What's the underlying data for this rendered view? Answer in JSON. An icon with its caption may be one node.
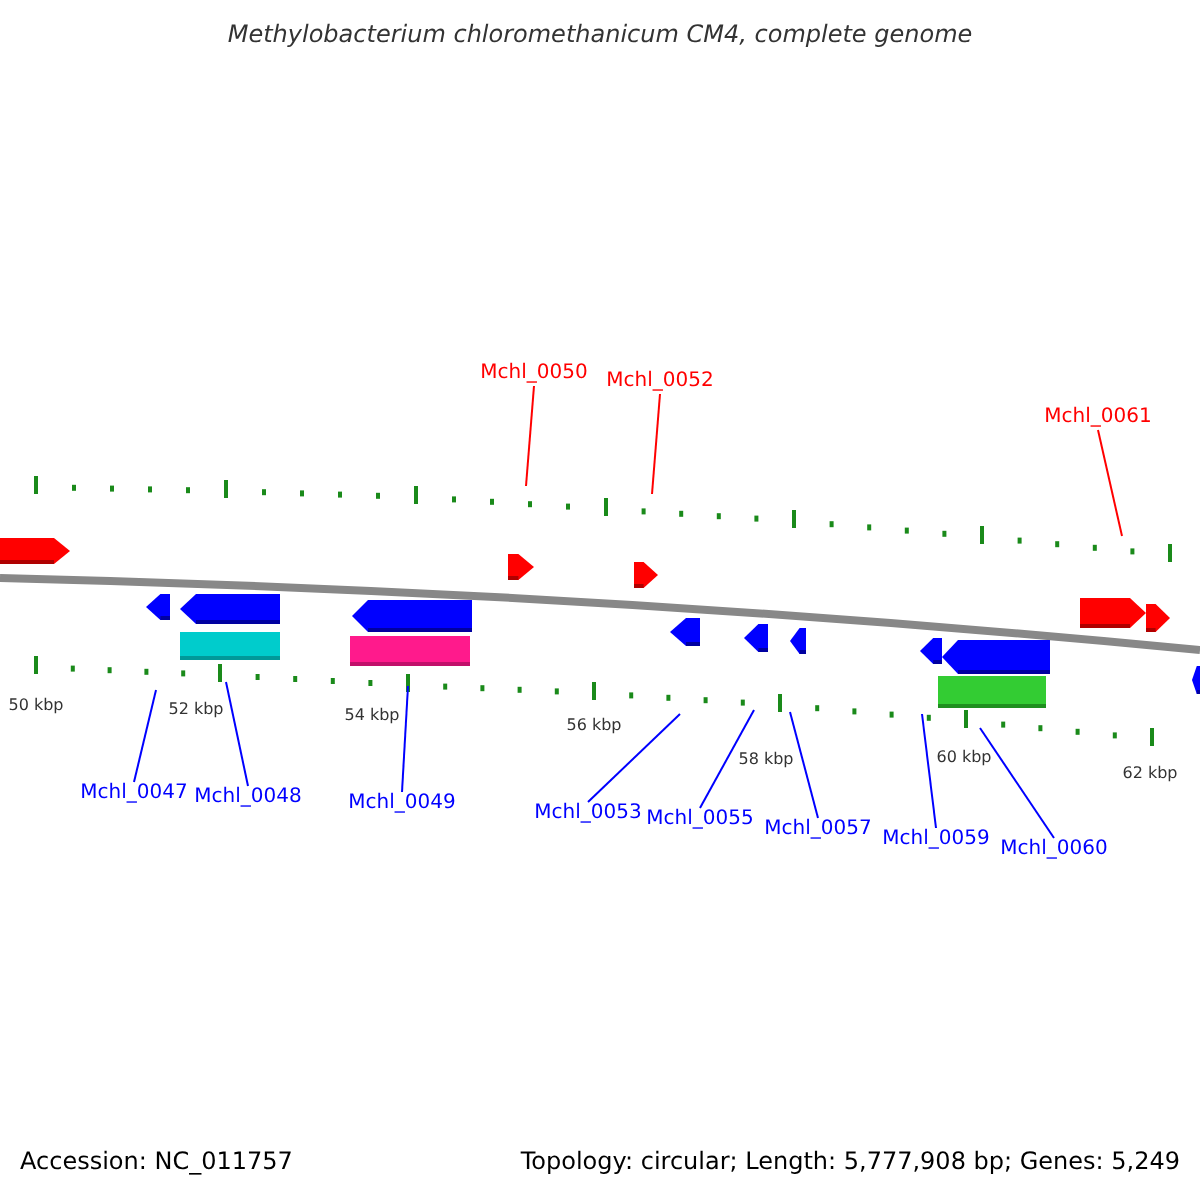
{
  "diagram": {
    "title": "Methylobacterium chloromethanicum CM4, complete genome",
    "nodes": [
      {
        "text": [
          "Mchl_0050"
        ]
      },
      {
        "text": [
          "Mchl_0052"
        ]
      },
      {
        "text": [
          "Mchl_0061"
        ]
      },
      {
        "text": [
          "Mchl_0047"
        ]
      },
      {
        "text": [
          "Mchl_0048"
        ]
      },
      {
        "text": [
          "Mchl_0049"
        ]
      },
      {
        "text": [
          "Mchl_0053"
        ]
      },
      {
        "text": [
          "Mchl_0055"
        ]
      },
      {
        "text": [
          "Mchl_0057"
        ]
      },
      {
        "text": [
          "Mchl_0059"
        ]
      },
      {
        "text": [
          "Mchl_0060"
        ]
      }
    ],
    "edges": [
      {
        "from": 0,
        "to": null,
        "arrow": "none",
        "color": "#ff0000"
      },
      {
        "from": 1,
        "to": null,
        "arrow": "none",
        "color": "#ff0000"
      },
      {
        "from": 2,
        "to": null,
        "arrow": "none",
        "color": "#ff0000"
      },
      {
        "from": 3,
        "to": null,
        "arrow": "none"
      },
      {
        "from": 4,
        "to": null,
        "arrow": "none"
      },
      {
        "from": 5,
        "to": null,
        "arrow": "none"
      },
      {
        "from": 6,
        "to": null,
        "arrow": "none"
      },
      {
        "from": 7,
        "to": null,
        "arrow": "none"
      },
      {
        "from": 8,
        "to": null,
        "arrow": "none"
      },
      {
        "from": 9,
        "to": null,
        "arrow": "none"
      },
      {
        "from": 10,
        "to": null,
        "arrow": "none"
      }
    ],
    "labels": [
      "50 kbp",
      "52 kbp",
      "54 kbp",
      "56 kbp",
      "58 kbp",
      "60 kbp",
      "62 kbp",
      "Accession: NC_011757",
      "Topology: circular; Length: 5,777,908 bp; Genes: 5,249"
    ]
  }
}
